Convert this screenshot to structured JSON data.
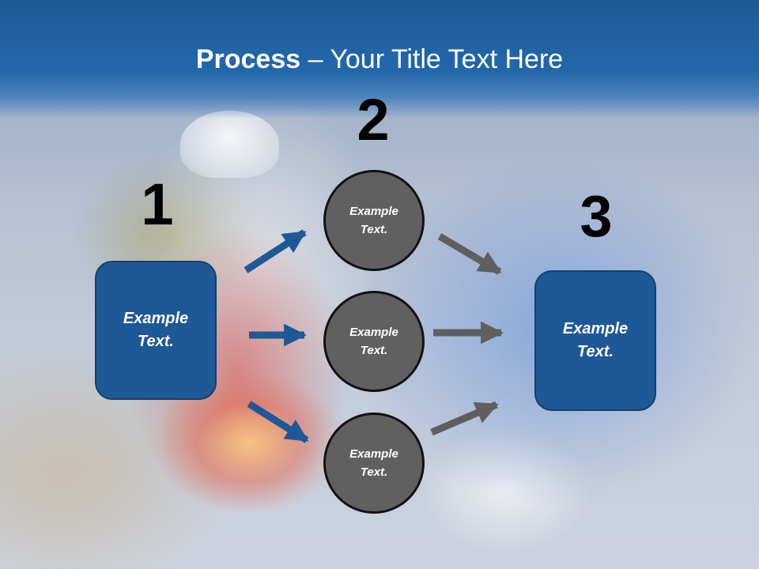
{
  "title": {
    "bold": "Process",
    "rest": " – Your Title Text Here"
  },
  "steps": {
    "one": {
      "number": "1",
      "text": "Example Text."
    },
    "two": {
      "number": "2"
    },
    "three": {
      "number": "3",
      "text": "Example Text."
    }
  },
  "circles": [
    {
      "text": "Example Text."
    },
    {
      "text": "Example Text."
    },
    {
      "text": "Example Text."
    }
  ],
  "colors": {
    "header": "#2267ab",
    "box_fill": "#1f5896",
    "circle_fill": "#606060",
    "blue_arrow": "#1f5896",
    "gray_arrow": "#5f5f5f"
  }
}
